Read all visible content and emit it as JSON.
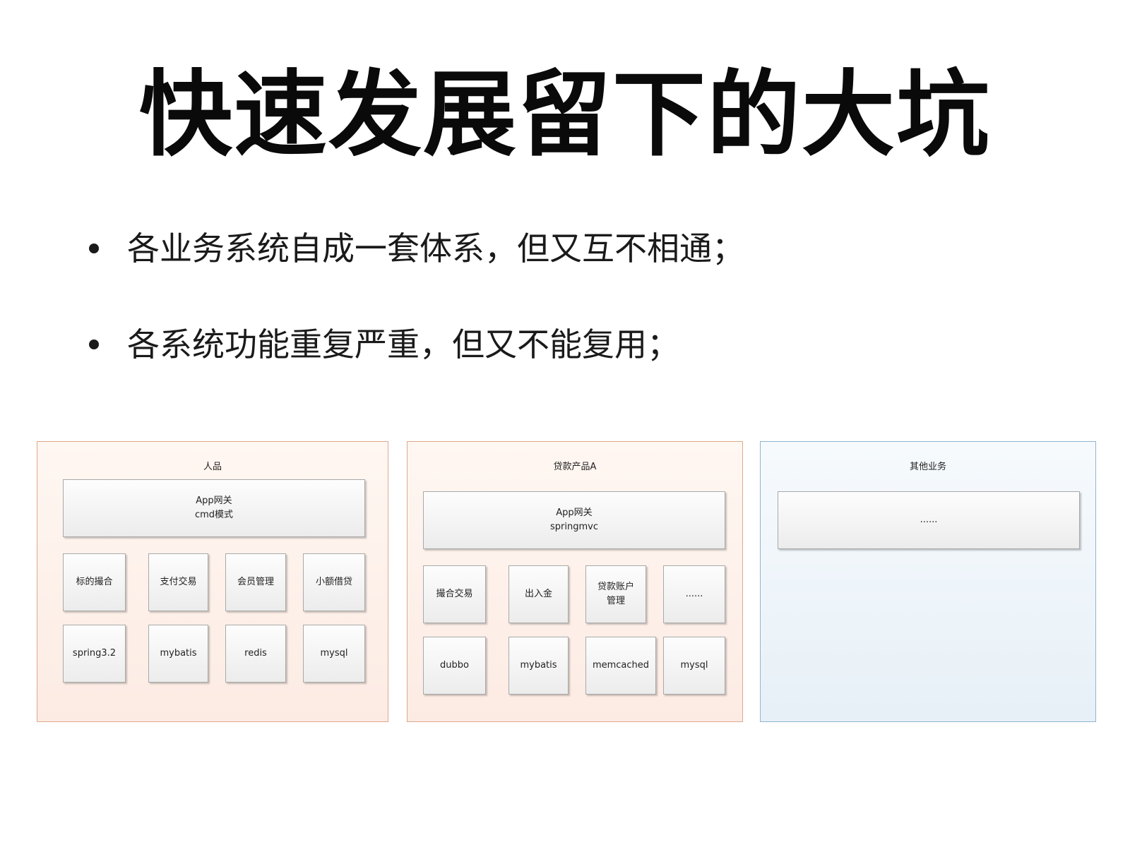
{
  "title": "快速发展留下的大坑",
  "bullets": [
    "各业务系统自成一套体系，但又互不相通；",
    "各系统功能重复严重，但又不能复用；"
  ],
  "panels": [
    {
      "title": "人品",
      "gateway": [
        "App网关",
        "cmd模式"
      ],
      "modules": [
        "标的撮合",
        "支付交易",
        "会员管理",
        "小额借贷"
      ],
      "tech": [
        "spring3.2",
        "mybatis",
        "redis",
        "mysql"
      ]
    },
    {
      "title": "贷款产品A",
      "gateway": [
        "App网关",
        "springmvc"
      ],
      "modules": [
        "撮合交易",
        "出入金",
        [
          "贷款账户",
          "管理"
        ],
        "......"
      ],
      "tech": [
        "dubbo",
        "mybatis",
        "memcached",
        "mysql"
      ]
    },
    {
      "title": "其他业务",
      "gateway": [
        "......"
      ]
    }
  ]
}
